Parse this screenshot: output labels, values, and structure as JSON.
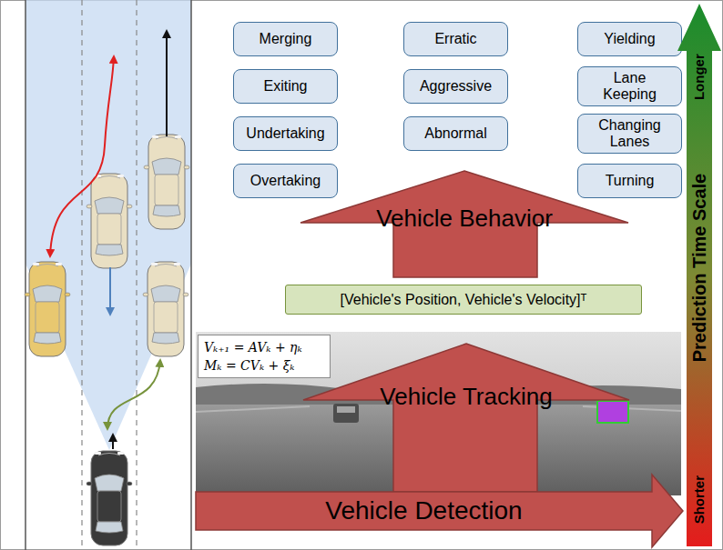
{
  "diagram": {
    "nodes": [
      {
        "text": [
          "Merging"
        ]
      },
      {
        "text": [
          "Erratic"
        ]
      },
      {
        "text": [
          "Yielding"
        ]
      },
      {
        "text": [
          "Exiting"
        ]
      },
      {
        "text": [
          "Aggressive"
        ]
      },
      {
        "text": [
          "Lane Keeping"
        ]
      },
      {
        "text": [
          "Undertaking"
        ]
      },
      {
        "text": [
          "Abnormal"
        ]
      },
      {
        "text": [
          "Changing Lanes"
        ]
      },
      {
        "text": [
          "Overtaking"
        ]
      },
      {
        "text": [
          "Turning"
        ]
      },
      {
        "text": [
          "Vehicle Behavior"
        ]
      },
      {
        "text": [
          "[Vehicle's Position, Vehicle's Velocity]ᵀ"
        ]
      },
      {
        "text": [
          "Vₖ₊₁ = AVₖ + ηₖ",
          "Mₖ = CVₖ + ξₖ"
        ]
      },
      {
        "text": [
          "Vehicle Tracking"
        ]
      },
      {
        "text": [
          "Vehicle Detection"
        ]
      },
      {
        "text": [
          "Longer",
          "Prediction Time Scale",
          "Shorter"
        ]
      }
    ]
  }
}
